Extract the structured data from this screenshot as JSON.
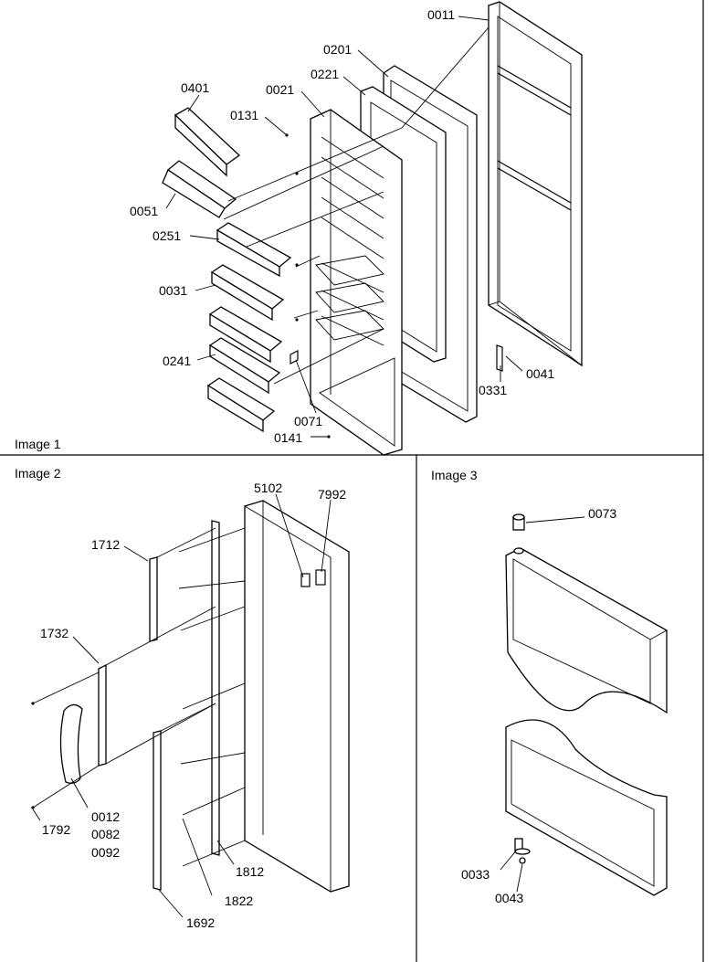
{
  "panels": {
    "image1": {
      "title": "Image 1"
    },
    "image2": {
      "title": "Image 2"
    },
    "image3": {
      "title": "Image 3"
    }
  },
  "labels": {
    "p0011": "0011",
    "p0201": "0201",
    "p0221": "0221",
    "p0021": "0021",
    "p0401": "0401",
    "p0131": "0131",
    "p0051": "0051",
    "p0251": "0251",
    "p0031": "0031",
    "p0241": "0241",
    "p0071": "0071",
    "p0141": "0141",
    "p0331": "0331",
    "p0041": "0041",
    "p5102": "5102",
    "p7992": "7992",
    "p1712": "1712",
    "p1732": "1732",
    "p0012": "0012",
    "p0082": "0082",
    "p0092": "0092",
    "p1792": "1792",
    "p1812": "1812",
    "p1822": "1822",
    "p1692": "1692",
    "p0073": "0073",
    "p0033": "0033",
    "p0043": "0043"
  }
}
